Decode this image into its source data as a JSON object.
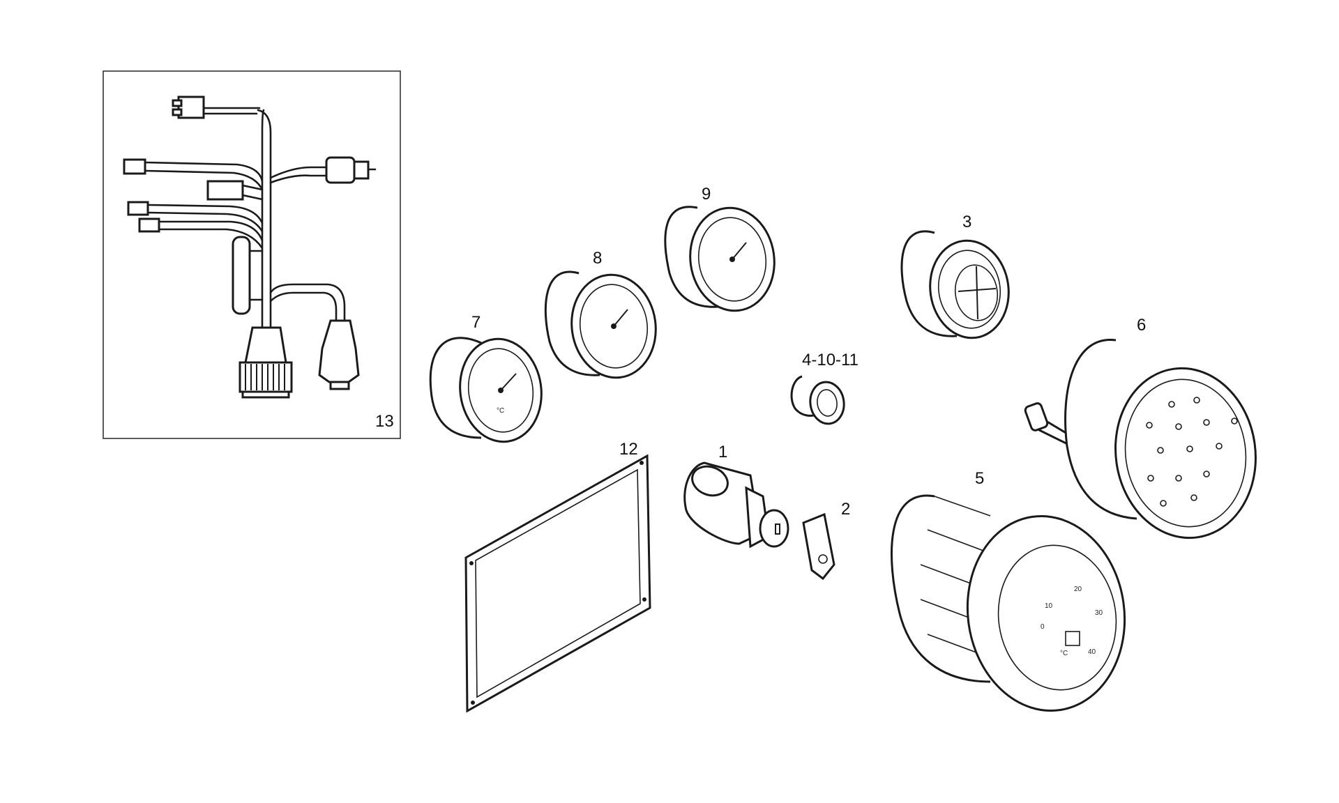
{
  "callouts": {
    "p1": "1",
    "p2": "2",
    "p3": "3",
    "p4": "4-10-11",
    "p5": "5",
    "p6": "6",
    "p7": "7",
    "p8": "8",
    "p9": "9",
    "p12": "12",
    "p13": "13"
  },
  "gauge5_dial": {
    "numbers": [
      "0",
      "10",
      "20",
      "30",
      "40"
    ],
    "unit": "°C"
  },
  "gauge7_dial": {
    "unit": "°C"
  }
}
